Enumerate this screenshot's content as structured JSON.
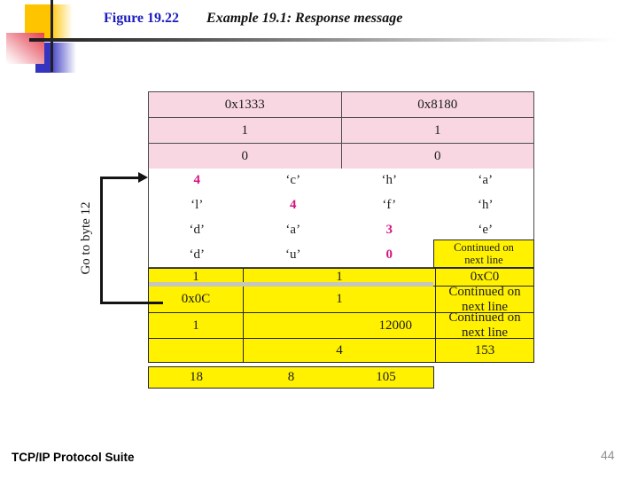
{
  "header": {
    "figure_label": "Figure 19.22",
    "title": "Example 19.1: Response message"
  },
  "annotation": {
    "go_to": "Go to byte 12"
  },
  "table": {
    "pink_rows": [
      [
        "0x1333",
        "0x8180"
      ],
      [
        "1",
        "1"
      ],
      [
        "0",
        "0"
      ]
    ],
    "white_rows": [
      [
        "4",
        "‘c’",
        "‘h’",
        "‘a’"
      ],
      [
        "‘l’",
        "4",
        "‘f’",
        "‘h’"
      ],
      [
        "‘d’",
        "‘a’",
        "3",
        "‘e’"
      ],
      [
        "‘d’",
        "‘u’",
        "0",
        ""
      ]
    ],
    "continued_note": "Continued on\nnext line",
    "yellow": {
      "row_a": [
        "1",
        "1",
        "0xC0"
      ],
      "row_b": [
        "0x0C",
        "1",
        "Continued on\nnext line"
      ],
      "row_c": [
        "1",
        "12000",
        "Continued on\nnext line"
      ],
      "row_d": [
        "",
        "4",
        "153"
      ],
      "bottom_row": [
        "18",
        "8",
        "105"
      ]
    }
  },
  "footer": {
    "left": "TCP/IP Protocol Suite",
    "page_number": "44"
  },
  "colors": {
    "pink": "#f8d7e2",
    "yellow": "#fff100",
    "magenta": "#d6137e",
    "figure_blue": "#1c1cc0"
  }
}
